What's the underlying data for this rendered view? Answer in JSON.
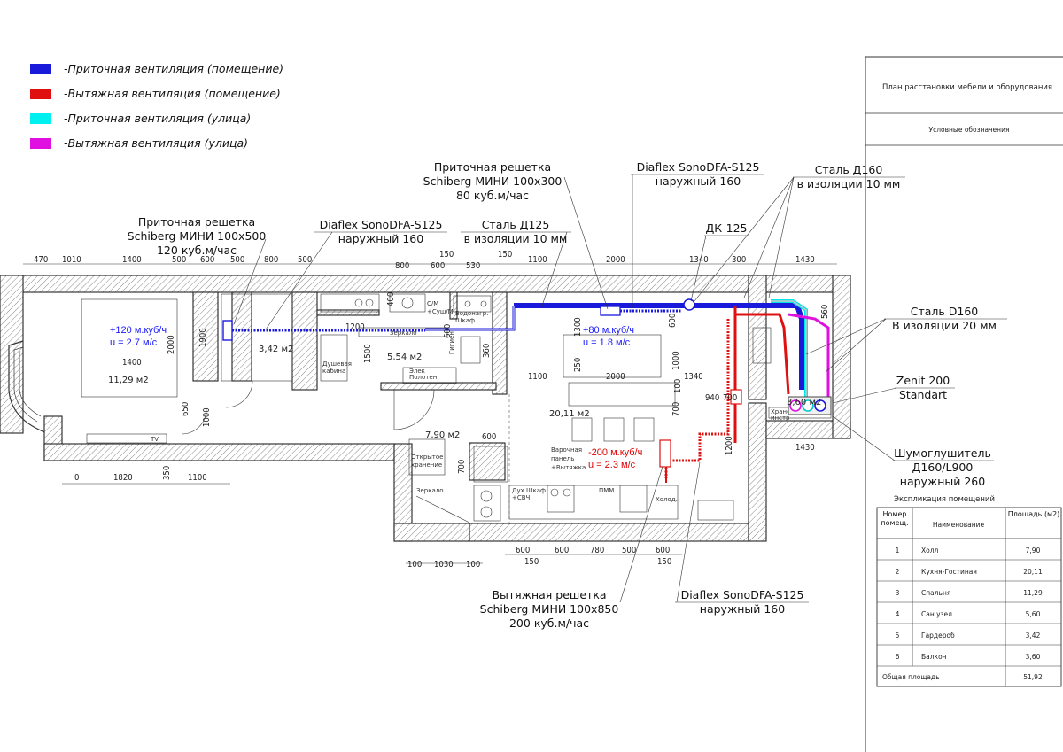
{
  "legend": {
    "items": [
      {
        "label": "-Приточная вентиляция (помещение)",
        "color": "#1a1adb"
      },
      {
        "label": "-Вытяжная вентиляция (помещение)",
        "color": "#e01010"
      },
      {
        "label": "-Приточная вентиляция (улица)",
        "color": "#00f0f0"
      },
      {
        "label": "-Вытяжная вентиляция (улица)",
        "color": "#e010e0"
      }
    ]
  },
  "titleblock": {
    "title": "План расстановки мебели и оборудования",
    "subtitle": "Условные обозначения"
  },
  "callouts": {
    "grille1": [
      "Приточная решетка",
      "Schiberg МИНИ 100x500",
      "120 куб.м/час"
    ],
    "grille2": [
      "Приточная решетка",
      "Schiberg МИНИ 100x300",
      "80 куб.м/час"
    ],
    "sono1": [
      "Diaflex SonoDFA-S125",
      "наружный 160"
    ],
    "sono2": [
      "Diaflex SonoDFA-S125",
      "наружный 160"
    ],
    "sono3": [
      "Diaflex SonoDFA-S125",
      "наружный 160"
    ],
    "steel125": [
      "Сталь Д125",
      "в изоляции 10 мм"
    ],
    "steel160a": [
      "Сталь Д160",
      "в изоляции 10 мм"
    ],
    "steel160b": [
      "Сталь D160",
      "В изоляции 20 мм"
    ],
    "dk": "ДК-125",
    "zenit": [
      "Zenit 200",
      "Standart"
    ],
    "silencer": [
      "Шумоглушитель",
      "Д160/L900",
      "наружный 260"
    ],
    "exhaust": [
      "Вытяжная решетка",
      "Schiberg МИНИ 100x850",
      "200 куб.м/час"
    ]
  },
  "flows": {
    "bed": [
      "+120 м.куб/ч",
      "u = 2.7 м/с"
    ],
    "living": [
      "+80 м.куб/ч",
      "u = 1.8 м/с"
    ],
    "kitchen": [
      "-200 м.куб/ч",
      "u = 2.3 м/с"
    ]
  },
  "rooms": {
    "bedroom": "11,29 м2",
    "wardrobe": "3,42 м2",
    "bath": "5,54 м2",
    "hall": "7,90 м2",
    "living": "20,11 м2",
    "balcony": "3,60 м2"
  },
  "dims_top": [
    "470",
    "1010",
    "1400",
    "500",
    "600",
    "500",
    "800",
    "500",
    "800",
    "600",
    "150",
    "530",
    "150",
    "1100",
    "2000",
    "1340",
    "300",
    "1430"
  ],
  "dims_bottom_left": [
    "0",
    "1820",
    "350",
    "1100"
  ],
  "dims_bottom_mid": [
    "100",
    "1030",
    "100"
  ],
  "dims_bottom_right": [
    "600",
    "150",
    "600",
    "780",
    "500",
    "600",
    "150"
  ],
  "dims_inner": [
    "1400",
    "1900",
    "2000",
    "650",
    "1000",
    "1200",
    "1500",
    "600",
    "1300",
    "250",
    "2000",
    "1100",
    "1340",
    "1000",
    "940",
    "700",
    "100",
    "700",
    "1200",
    "560",
    "1430",
    "600",
    "700",
    "360",
    "400",
    "600"
  ],
  "labels": {
    "shower": [
      "Душевая",
      "кабина"
    ],
    "mirror": "Зеркало",
    "shelf": [
      "Элек",
      "Полотен"
    ],
    "hygiene": [
      "Гигиен.",
      "душ"
    ],
    "washer": [
      "С/М",
      "+Суш/М"
    ],
    "boiler": [
      "Водонагр.",
      "Шкаф"
    ],
    "open_hanger": [
      "Открытое",
      "хранение"
    ],
    "mirror2": "Зеркало",
    "cooktop": [
      "Варочная",
      "панель",
      "+Вытяжка"
    ],
    "oven": [
      "Дух.Шкаф",
      "+СВЧ"
    ],
    "dishwasher": "ПММ",
    "fridge": "Холод.",
    "tv": "TV",
    "storage": [
      "Хране",
      "инстр"
    ]
  },
  "explication": {
    "caption": "Экспликация помещений",
    "headers": [
      "Номер помещ.",
      "Наименование",
      "Площадь (м2)"
    ],
    "rows": [
      [
        "1",
        "Холл",
        "7,90"
      ],
      [
        "2",
        "Кухня-Гостиная",
        "20,11"
      ],
      [
        "3",
        "Спальня",
        "11,29"
      ],
      [
        "4",
        "Сан.узел",
        "5,60"
      ],
      [
        "5",
        "Гардероб",
        "3,42"
      ],
      [
        "6",
        "Балкон",
        "3,60"
      ]
    ],
    "total_label": "Общая площадь",
    "total_value": "51,92"
  }
}
